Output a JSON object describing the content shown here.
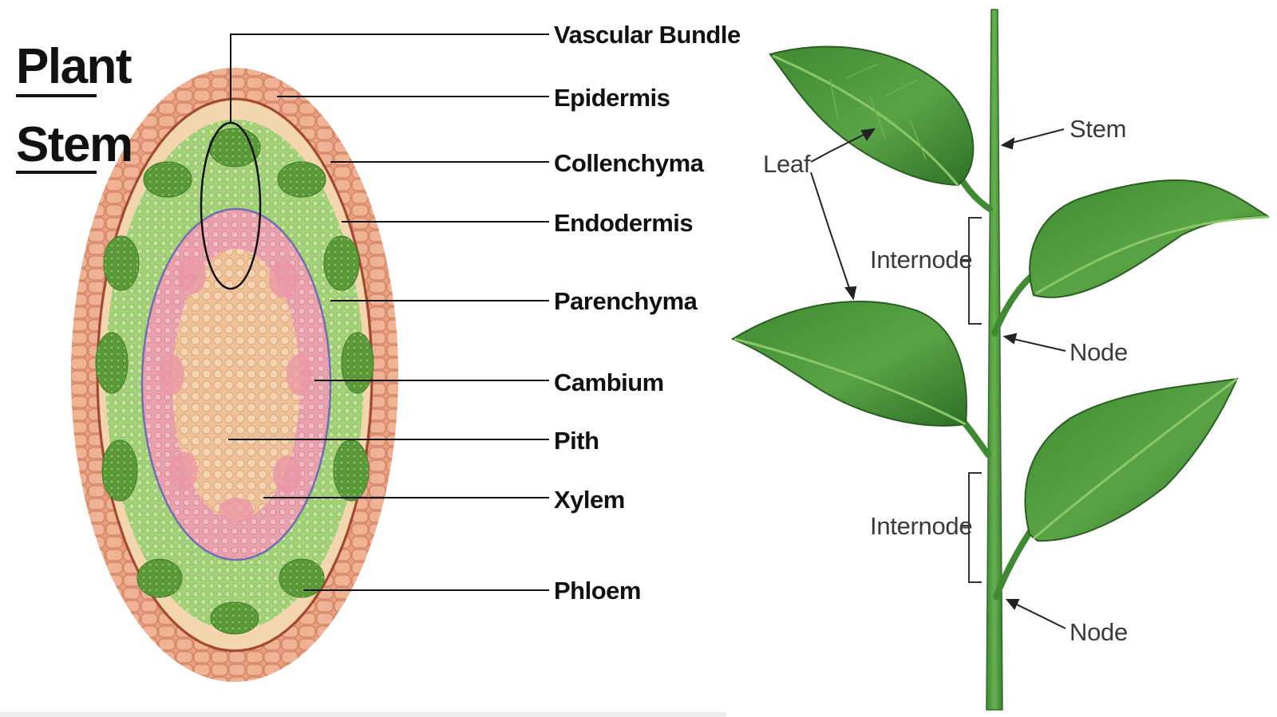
{
  "title": {
    "line1": "Plant",
    "line2": "Stem"
  },
  "cross_section_labels": {
    "vascular_bundle": "Vascular Bundle",
    "epidermis": "Epidermis",
    "collenchyma": "Collenchyma",
    "endodermis": "Endodermis",
    "parenchyma": "Parenchyma",
    "cambium": "Cambium",
    "pith": "Pith",
    "xylem": "Xylem",
    "phloem": "Phloem"
  },
  "plant_labels": {
    "stem": "Stem",
    "leaf": "Leaf",
    "internode_upper": "Internode",
    "node_upper": "Node",
    "internode_lower": "Internode",
    "node_lower": "Node"
  },
  "colors": {
    "epidermis": "#e8a07e",
    "collenchyma": "#f2d3a8",
    "parenchyma": "#b5d98a",
    "phloem": "#6fae45",
    "cambium_ring": "#6f6fb0",
    "pith_pink": "#eaa7b2",
    "pith_core": "#f2c9a2",
    "leaf": "#4f9a3c",
    "leaf_dark": "#2f6e29",
    "stem": "#4f9a3c"
  }
}
